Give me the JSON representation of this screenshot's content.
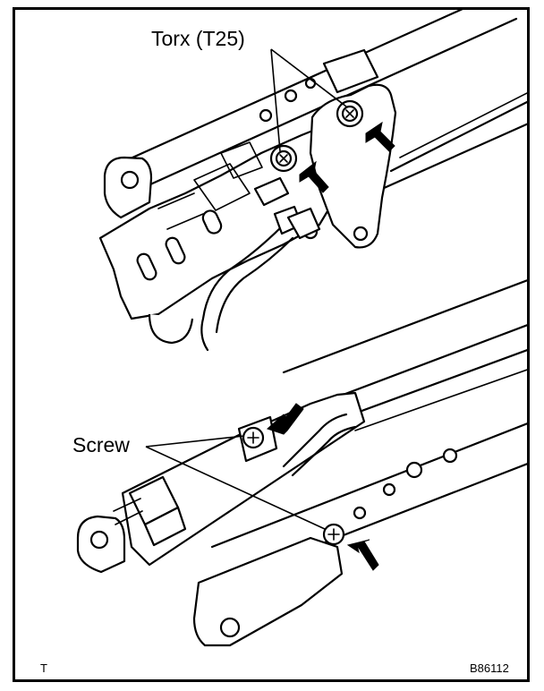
{
  "labels": {
    "torx": "Torx (T25)",
    "screw": "Screw",
    "view_code": "T",
    "figure_id": "B86112"
  }
}
